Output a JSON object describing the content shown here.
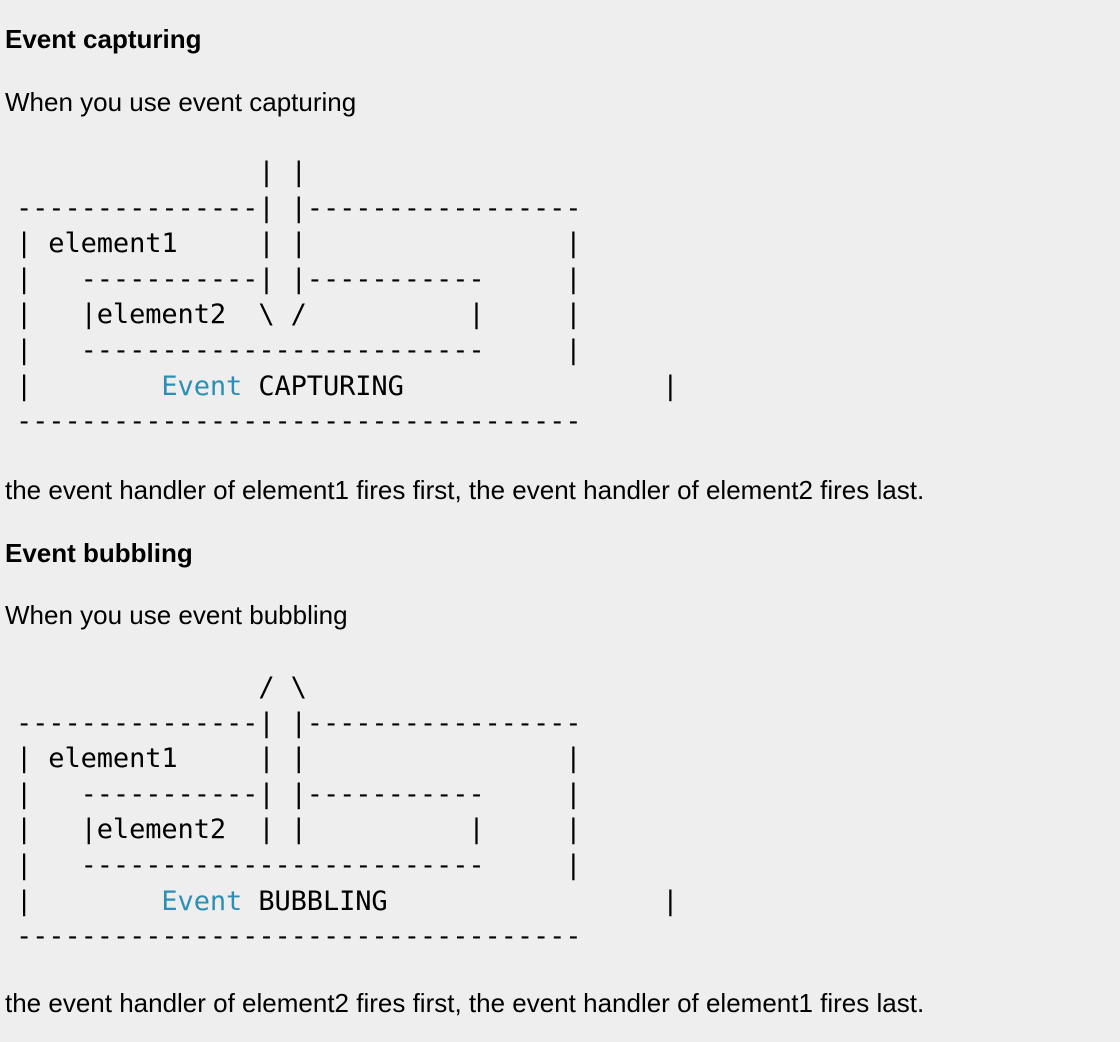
{
  "capturing": {
    "heading": "Event capturing",
    "intro": "When you use event capturing",
    "diagram_lines": [
      "               | |",
      "---------------| |-----------------",
      "| element1     | |                |",
      "|   -----------| |-----------     |",
      "|   |element2  \\ /          |     |",
      "|   -------------------------     |"
    ],
    "diagram_last_prefix": "|        ",
    "diagram_keyword": "Event",
    "diagram_last_suffix": " CAPTURING                |",
    "diagram_bottom": "-----------------------------------",
    "result": "the event handler of element1 fires first, the event handler of element2 fires last."
  },
  "bubbling": {
    "heading": "Event bubbling",
    "intro": "When you use event bubbling",
    "diagram_lines": [
      "               / \\",
      "---------------| |-----------------",
      "| element1     | |                |",
      "|   -----------| |-----------     |",
      "|   |element2  | |          |     |",
      "|   -------------------------     |"
    ],
    "diagram_last_prefix": "|        ",
    "diagram_keyword": "Event",
    "diagram_last_suffix": " BUBBLING                 |",
    "diagram_bottom": "-----------------------------------",
    "result": "the event handler of element2 fires first, the event handler of element1 fires last."
  },
  "colors": {
    "background": "#eeeeee",
    "text": "#000000",
    "keyword": "#2e8fb5"
  }
}
